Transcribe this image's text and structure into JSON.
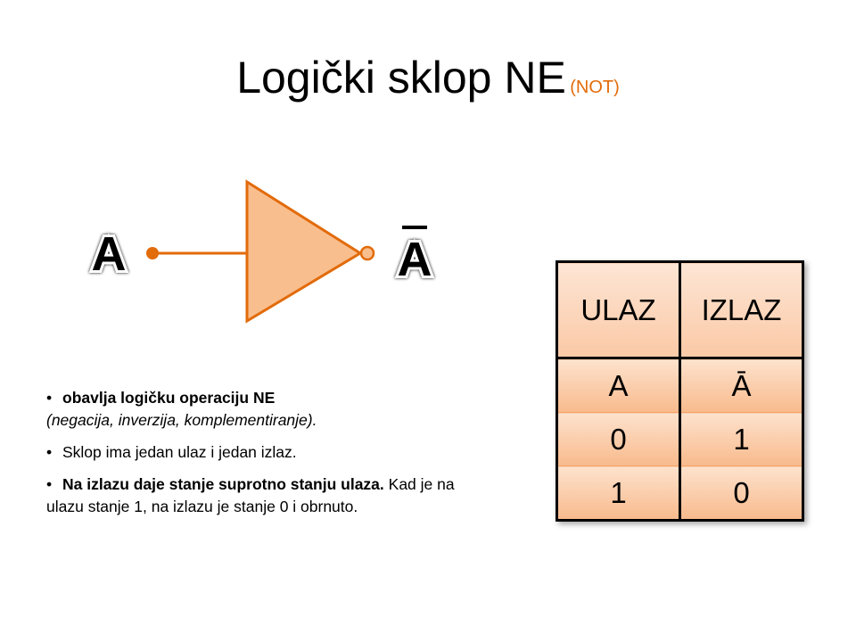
{
  "slide": {
    "title": "Logički sklop NE",
    "title_note": "(NOT)"
  },
  "diagram": {
    "input_label": "A",
    "output_label": "A",
    "colors": {
      "accent": "#e26b0a",
      "gate_fill": "#f9be8e"
    }
  },
  "bullets": [
    {
      "bold": "obavlja logičku operaciju NE",
      "text": "(negacija, inverzija, komplementiranje)."
    },
    {
      "bold": "",
      "text": "Sklop ima jedan ulaz i jedan izlaz."
    },
    {
      "bold": "Na izlazu daje stanje suprotno stanju ulaza.",
      "text": " Kad je na ulazu stanje 1, na izlazu je stanje 0 i obrnuto."
    }
  ],
  "truth_table": {
    "headers": [
      "ULAZ",
      "IZLAZ"
    ],
    "rows": [
      [
        "A",
        "Ā"
      ],
      [
        "0",
        "1"
      ],
      [
        "1",
        "0"
      ]
    ]
  }
}
